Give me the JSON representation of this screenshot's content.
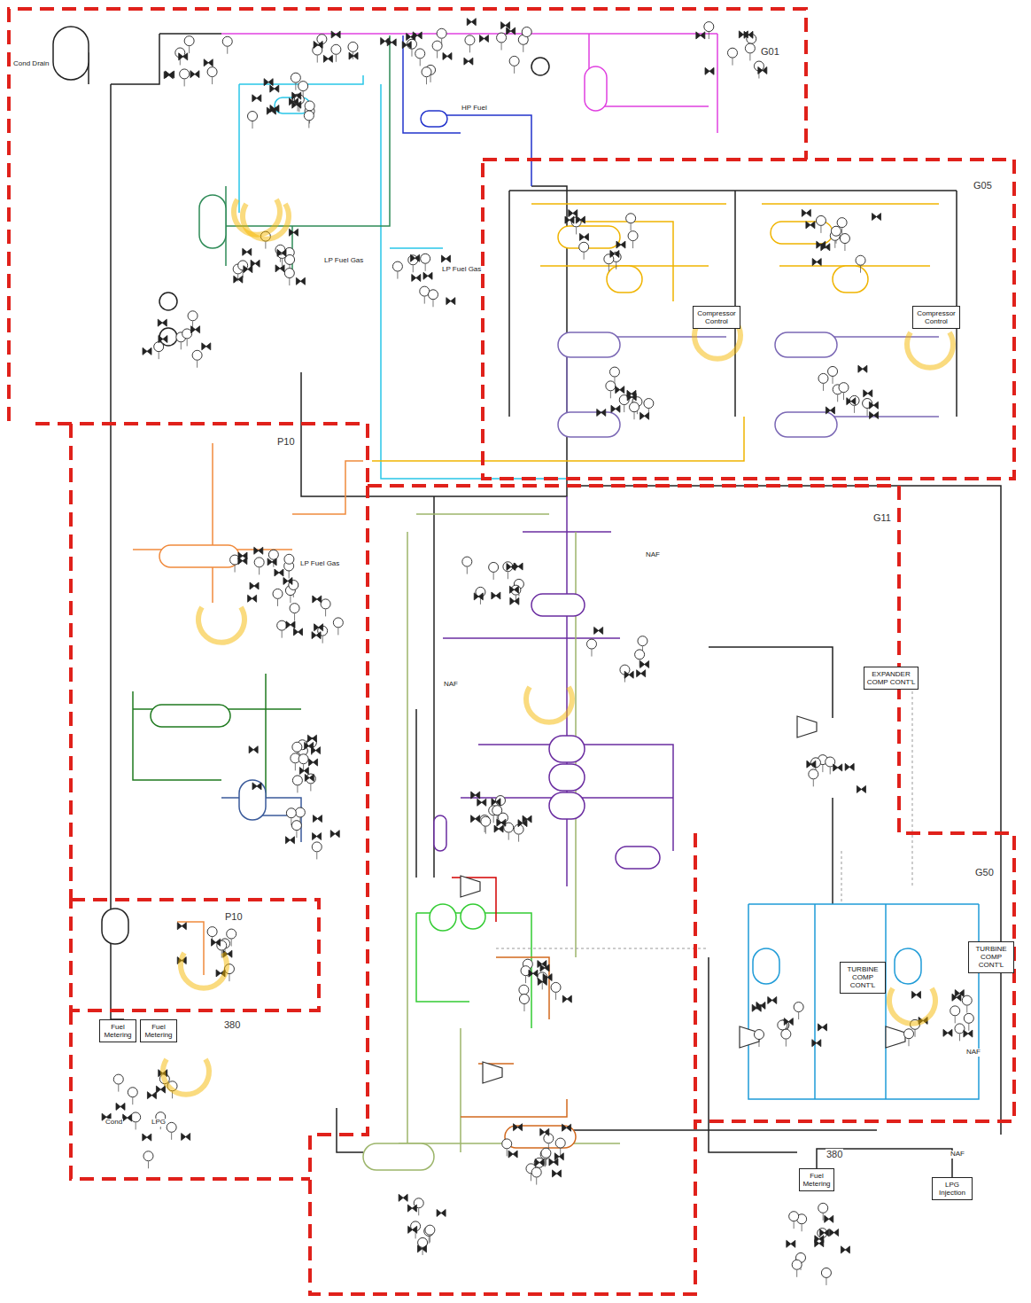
{
  "diagram": {
    "nodes": [
      {
        "text": [
          "Compressor Control"
        ]
      },
      {
        "text": [
          "Compressor Control"
        ]
      },
      {
        "text": [
          "EXPANDER COMP CONT'L"
        ]
      },
      {
        "text": [
          "TURBINE COMP CONT'L"
        ]
      },
      {
        "text": [
          "TURBINE COMP CONT'L"
        ]
      },
      {
        "text": [
          "Fuel Metering"
        ]
      },
      {
        "text": [
          "Fuel Metering"
        ]
      },
      {
        "text": [
          "Fuel Metering"
        ]
      },
      {
        "text": [
          "LPG Injection"
        ]
      }
    ],
    "edges": [
      {
        "from": 7,
        "to": 8,
        "arrow": "none"
      }
    ],
    "labels": [
      "G01",
      "G05",
      "P10",
      "G11",
      "P10",
      "380",
      "G50",
      "380",
      "LP Fuel Gas",
      "LP Fuel Gas",
      "LP Fuel Gas",
      "HP Fuel",
      "Cond Drain",
      "NAF",
      "NAF",
      "NAF",
      "NAF",
      "Cond",
      "LPG"
    ]
  }
}
